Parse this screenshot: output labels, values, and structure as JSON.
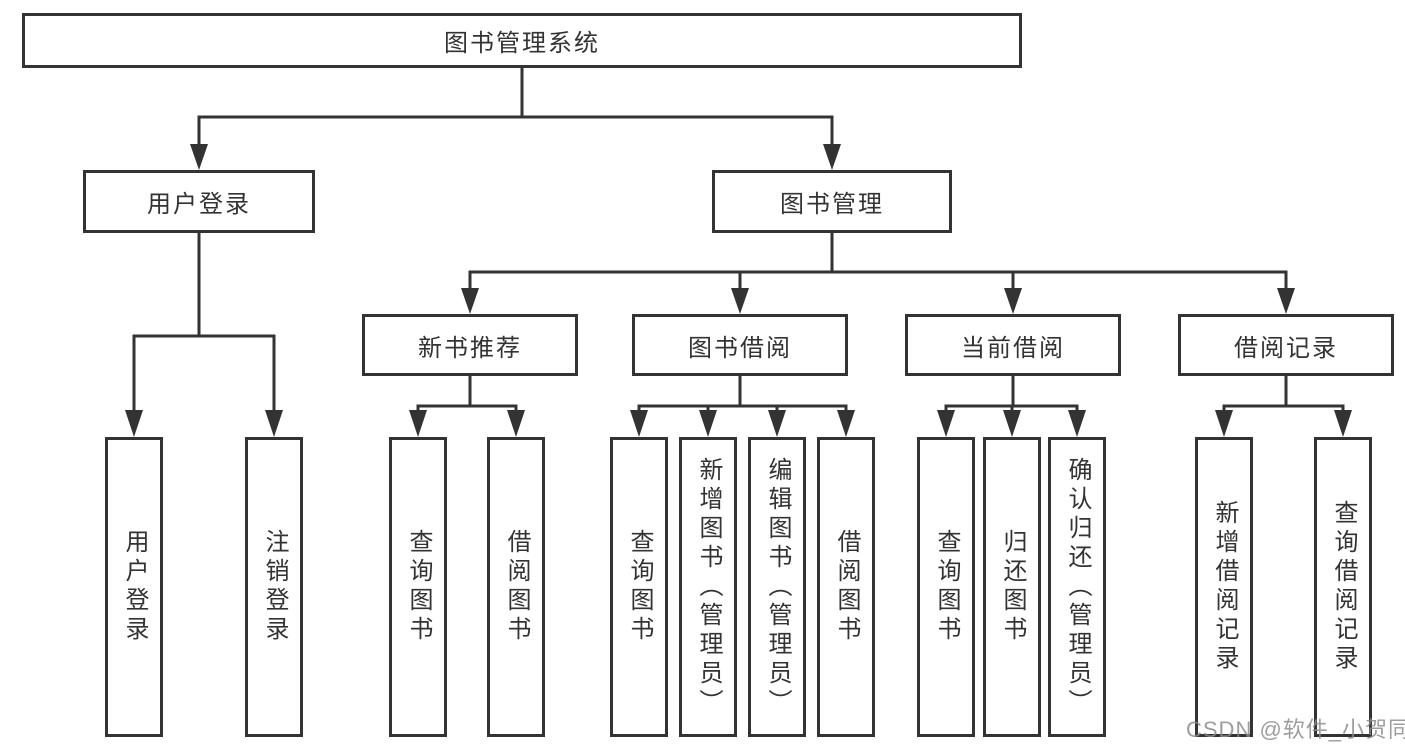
{
  "diagram": {
    "root": {
      "label": "图书管理系统"
    },
    "branches": {
      "user_login": {
        "label": "用户登录",
        "children": [
          {
            "label": "用户登录"
          },
          {
            "label": "注销登录"
          }
        ]
      },
      "book_management": {
        "label": "图书管理",
        "sections": {
          "new_book": {
            "label": "新书推荐",
            "children": [
              {
                "label": "查询图书"
              },
              {
                "label": "借阅图书"
              }
            ]
          },
          "book_borrow": {
            "label": "图书借阅",
            "children": [
              {
                "label": "查询图书"
              },
              {
                "label": "新增图书（管理员）"
              },
              {
                "label": "编辑图书（管理员）"
              },
              {
                "label": "借阅图书"
              }
            ]
          },
          "current_borrow": {
            "label": "当前借阅",
            "children": [
              {
                "label": "查询图书"
              },
              {
                "label": "归还图书"
              },
              {
                "label": "确认归还（管理员）"
              }
            ]
          },
          "borrow_record": {
            "label": "借阅记录",
            "children": [
              {
                "label": "新增借阅记录"
              },
              {
                "label": "查询借阅记录"
              }
            ]
          }
        }
      }
    }
  },
  "watermark": {
    "text": "CSDN @软件_小贺同学"
  },
  "colors": {
    "line": "#333333",
    "box_background": "#ffffff",
    "text": "#333333",
    "watermark": "#8c8c8c"
  }
}
